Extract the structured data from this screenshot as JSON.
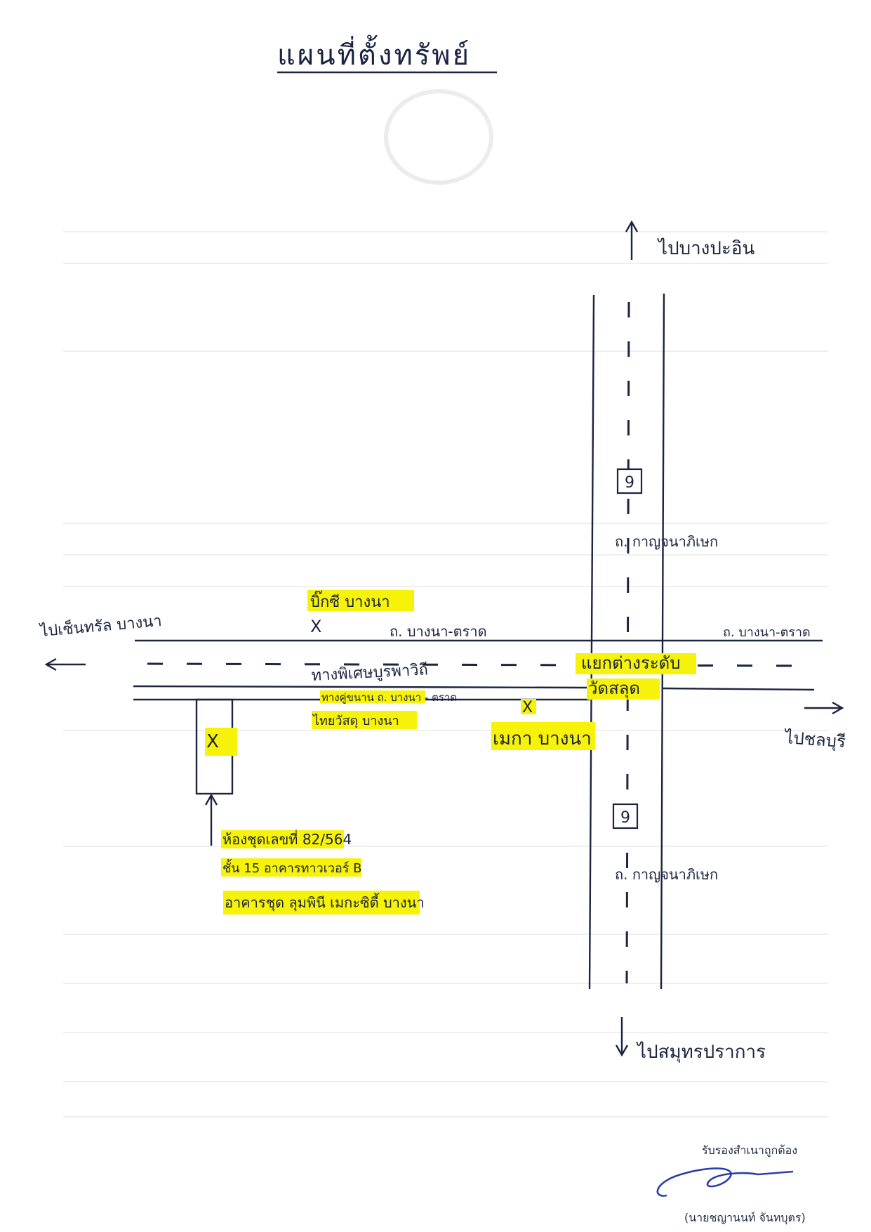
{
  "title": "แผนที่ตั้งทรัพย์",
  "directions": {
    "north": "ไปบางปะอิน",
    "south": "ไปสมุทรปราการ",
    "west": "ไปเซ็นทรัล บางนา",
    "east": "ไปชลบุรี"
  },
  "roads": {
    "vertical_north": "ถ. กาญจนาภิเษก",
    "vertical_south": "ถ. กาญจนาภิเษก",
    "road_badge_top": "9",
    "road_badge_bottom": "9",
    "horizontal_main": "ถ. บางนา-ตราด",
    "horizontal_east": "ถ. บางนา-ตราด",
    "expressway": "ทางพิเศษบูรพาวิถี",
    "frontage": "ทางคู่ขนาน ถ. บางนา - ตราด"
  },
  "landmarks": {
    "bigc": "บิ๊กซี บางนา",
    "thaiwatsadu": "ไทยวัสดุ บางนา",
    "mega": "เมกา บางนา",
    "junction": "แยกต่างระดับ",
    "temple": "วัดสลุด",
    "marker": "X"
  },
  "property": [
    "ห้องชุดเลขที่ 82/564",
    "ชั้น 15 อาคารทาวเวอร์ B",
    "อาคารชุด ลุมพินี เมกะซิตี้ บางนา"
  ],
  "certification": {
    "label": "รับรองสำเนาถูกต้อง",
    "name": "(นายชญานนท์ จันทบุตร)"
  }
}
